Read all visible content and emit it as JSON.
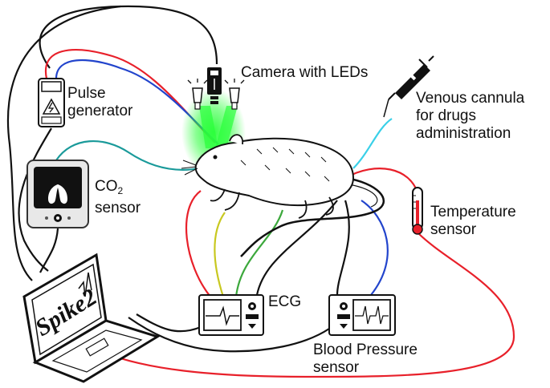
{
  "labels": {
    "camera": "Camera with LEDs",
    "pulse_line1": "Pulse",
    "pulse_line2": "generator",
    "venous_line1": "Venous cannula",
    "venous_line2": "for drugs",
    "venous_line3": "administration",
    "co2_prefix": "CO",
    "co2_sub": "2",
    "co2_line2": "sensor",
    "temp_line1": "Temperature",
    "temp_line2": "sensor",
    "ecg": "ECG",
    "bp_line1": "Blood Pressure",
    "bp_line2": "sensor"
  },
  "laptop": {
    "screen_text": "Spike2"
  },
  "colors": {
    "red": "#e8202a",
    "blue": "#2244cc",
    "teal": "#1a9a9a",
    "cyan": "#3ad0e8",
    "yellow": "#c8c820",
    "green": "#3ca83c",
    "black": "#111111",
    "led_glow": "#2aff3a"
  }
}
